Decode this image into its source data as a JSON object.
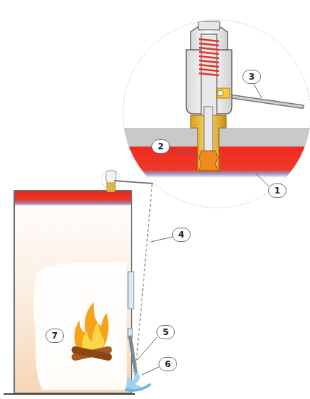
{
  "diagram": {
    "labels": [
      "3",
      "2",
      "1",
      "4",
      "5",
      "6",
      "7"
    ]
  }
}
